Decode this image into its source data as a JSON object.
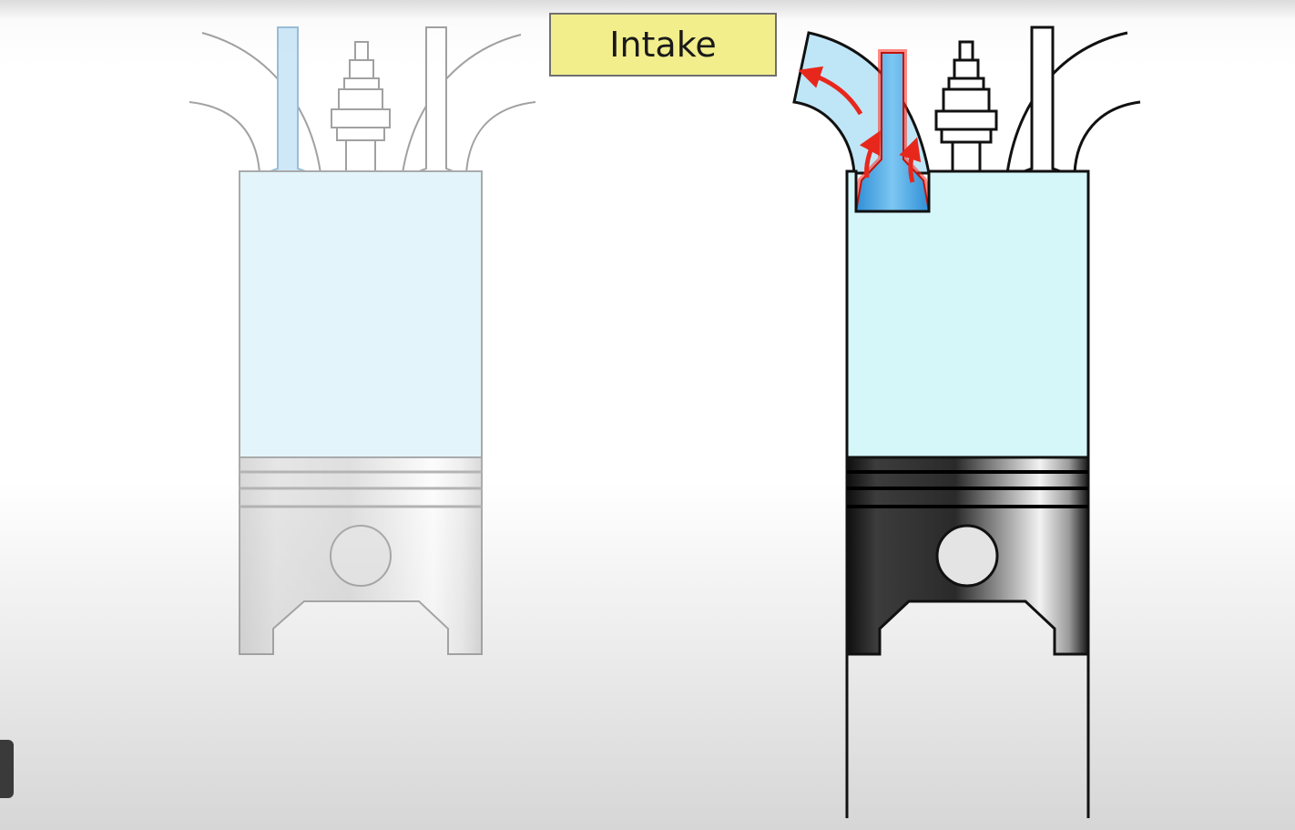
{
  "stage": {
    "label": "Intake"
  },
  "colors": {
    "chamber_fill": "#d6f7fa",
    "chamber_fill_faded": "#e7f9fb",
    "intake_valve": "#3fa7e6",
    "flow_arrow": "#e8271c",
    "stage_label_bg": "#f2ee8c"
  },
  "diagram": {
    "left_cylinder": {
      "state": "faded-previous-frame"
    },
    "right_cylinder": {
      "state": "intake-valve-open-flow"
    }
  }
}
